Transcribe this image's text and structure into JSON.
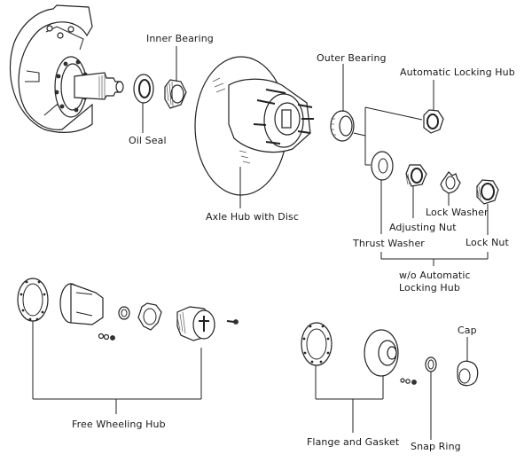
{
  "diagram": {
    "title": "Front Axle Hub Exploded View",
    "labels": {
      "inner_bearing": "Inner Bearing",
      "oil_seal": "Oil Seal",
      "axle_hub_with_disc": "Axle Hub with Disc",
      "outer_bearing": "Outer Bearing",
      "automatic_locking_hub": "Automatic Locking Hub",
      "thrust_washer": "Thrust Washer",
      "adjusting_nut": "Adjusting Nut",
      "lock_washer": "Lock Washer",
      "lock_nut": "Lock Nut",
      "wo_automatic_locking_hub_line1": "w/o Automatic",
      "wo_automatic_locking_hub_line2": "Locking Hub",
      "free_wheeling_hub": "Free Wheeling Hub",
      "flange_and_gasket": "Flange and Gasket",
      "snap_ring": "Snap Ring",
      "cap": "Cap"
    }
  }
}
